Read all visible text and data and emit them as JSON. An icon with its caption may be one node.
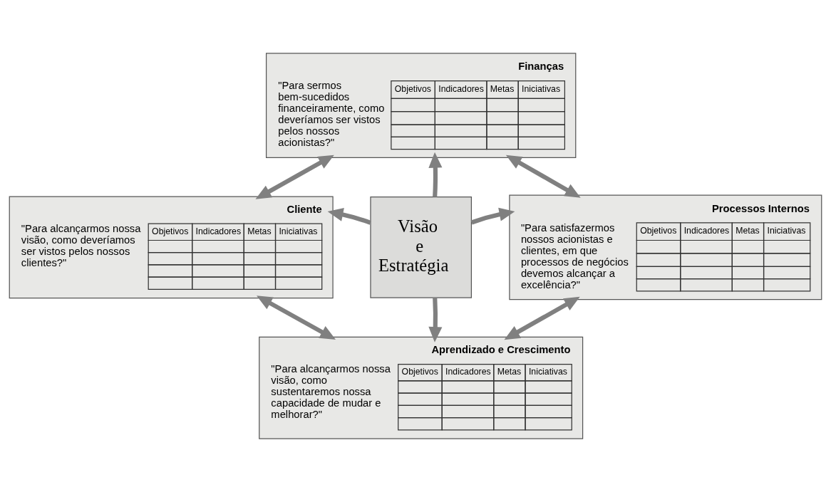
{
  "diagram": {
    "nodes": [
      {
        "text": [
          "Finanças",
          "\"Para sermos bem-sucedidos financeiramente, como deveríamos ser vistos pelos nossos acionistas?\"",
          "Objetivos",
          "Indicadores",
          "Metas",
          "Iniciativas"
        ]
      },
      {
        "text": [
          "Cliente",
          "\"Para alcançarmos nossa visão, como deveríamos ser vistos pelos nossos clientes?\"",
          "Objetivos",
          "Indicadores",
          "Metas",
          "Iniciativas"
        ]
      },
      {
        "text": [
          "Visão e Estratégia"
        ]
      },
      {
        "text": [
          "Processos Internos",
          "\"Para satisfazermos nossos acionistas e clientes, em que processos de negócios devemos alcançar a excelência?\"",
          "Objetivos",
          "Indicadores",
          "Metas",
          "Iniciativas"
        ]
      },
      {
        "text": [
          "Aprendizado e Crescimento",
          "\"Para alcançarmos nossa visão, como sustentaremos nossa capacidade de mudar e melhorar?\"",
          "Objetivos",
          "Indicadores",
          "Metas",
          "Iniciativas"
        ]
      }
    ],
    "edges": [
      {
        "from": 2,
        "to": 0,
        "arrow": "to"
      },
      {
        "from": 2,
        "to": 1,
        "arrow": "to"
      },
      {
        "from": 2,
        "to": 3,
        "arrow": "to"
      },
      {
        "from": 2,
        "to": 4,
        "arrow": "to"
      },
      {
        "from": 0,
        "to": 1,
        "arrow": "both"
      },
      {
        "from": 0,
        "to": 3,
        "arrow": "both"
      },
      {
        "from": 1,
        "to": 4,
        "arrow": "both"
      },
      {
        "from": 3,
        "to": 4,
        "arrow": "both"
      }
    ]
  }
}
